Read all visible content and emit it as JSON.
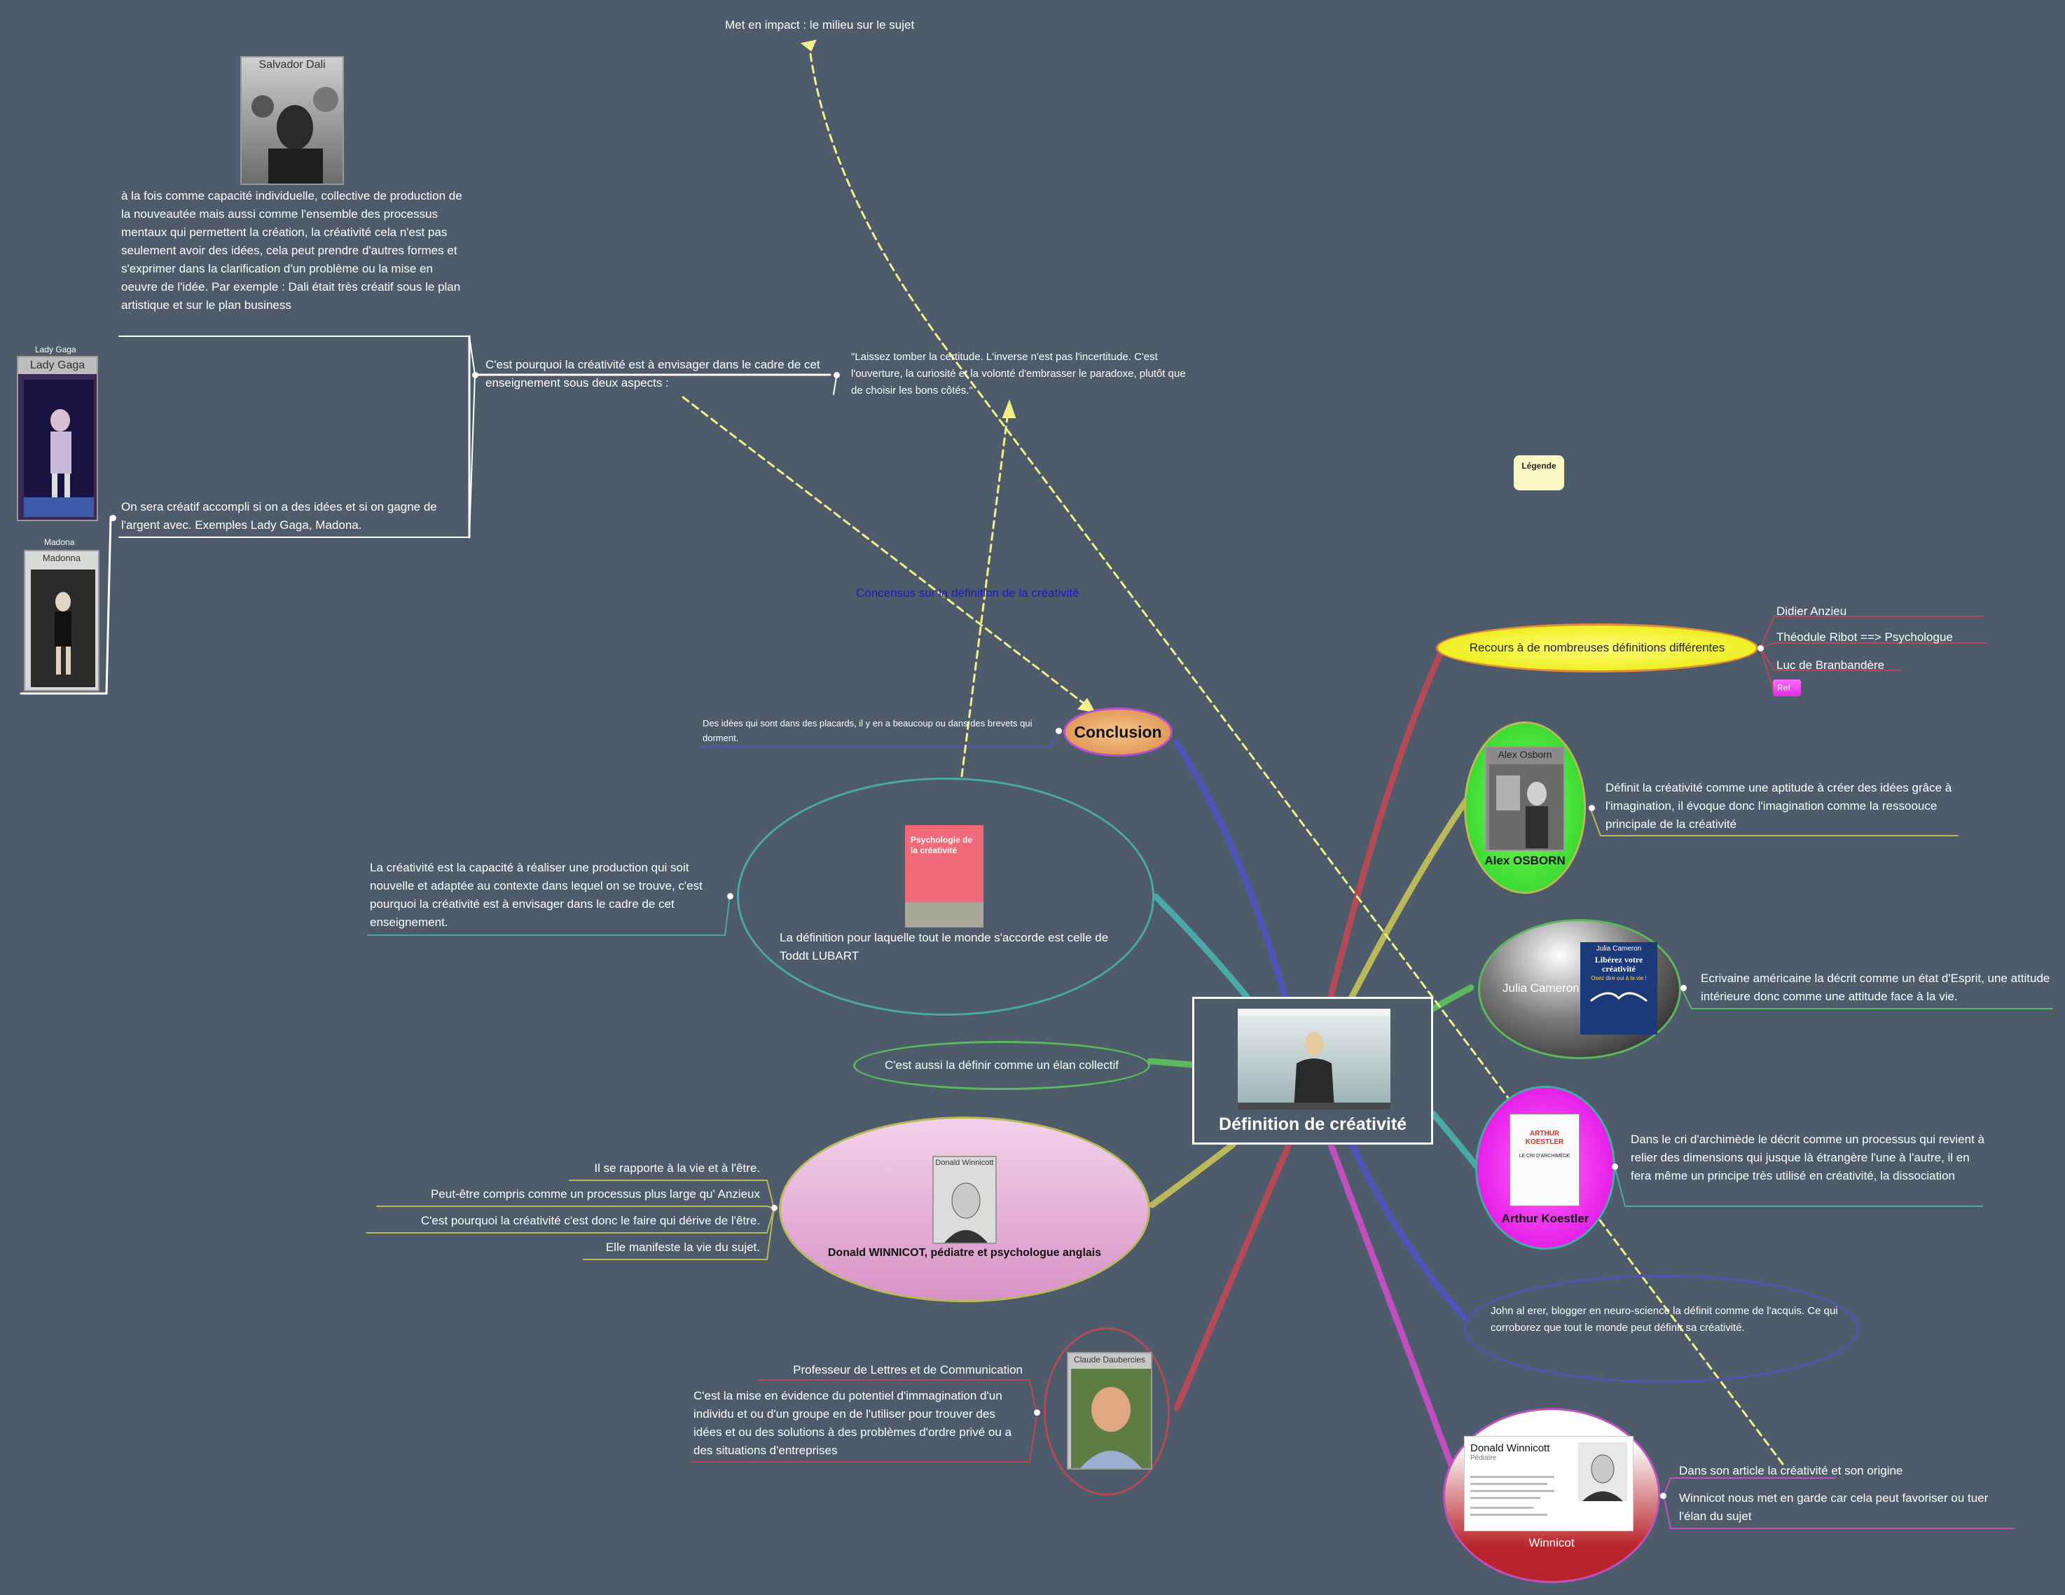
{
  "colors": {
    "background": "#4d5b6a",
    "branch_red": "#b34a55",
    "branch_blue": "#4e54b8",
    "branch_teal": "#4aa8a6",
    "branch_olive": "#b9b95a",
    "branch_green": "#5cb85c",
    "branch_magenta": "#c050c0",
    "dashed_arrow": "#f2f08a"
  },
  "center": {
    "title": "Définition de créativité"
  },
  "legend": {
    "label": "Légende"
  },
  "top_note": "Met en impact : le milieu sur le sujet",
  "consensus_label": "Concensus sur la définition de la créativité",
  "quote": "\"Laissez tomber la certitude. L'inverse n'est pas l'incertitude. C'est l'ouverture, la curiosité et la volonté d'embrasser le paradoxe, plutôt que de choisir les bons côtés.\"",
  "left_top": {
    "dali_caption": "Salvador Dali",
    "dali_text": "à la fois comme capacité individuelle, collective de production de la nouveautée mais aussi comme l'ensemble des processus mentaux qui permettent la création, la créativité cela n'est pas seulement avoir des idées, cela peut prendre d'autres formes et s'exprimer dans la clarification d'un problème ou la mise en oeuvre de l'idée. Par exemple : Dali était très créatif sous le plan artistique et sur le plan business",
    "aspects_text": "C'est pourquoi la créativité est à envisager dans le cadre de cet enseignement sous deux aspects :",
    "gaga_label": "Lady Gaga",
    "gaga_caption": "Lady Gaga",
    "madona_label": "Madona",
    "madonna_caption": "Madonna",
    "accompli_text": "On sera créatif accompli si on a des idées et si on gagne de l'argent avec. Exemples Lady Gaga, Madona."
  },
  "conclusion": {
    "label": "Conclusion",
    "note": "Des idées qui sont dans des placards, il y en a beaucoup ou dans des brevets qui dorment."
  },
  "lubart": {
    "book_title": "Psychologie de la créativité",
    "text": "La définition pour laquelle tout le monde s'accorde est celle de Toddt LUBART",
    "left_text": "La créativité est la capacité à réaliser une production qui soit nouvelle et adaptée au contexte dans lequel on se trouve, c'est pourquoi la créativité est à envisager dans le cadre de cet enseignement."
  },
  "elan": "C'est aussi la définir comme un élan collectif",
  "winnicott_left": {
    "caption": "Donald Winnicott",
    "label": "Donald WINNICOT, pédiatre et psychologue anglais",
    "items": [
      "Il se rapporte à la vie et à l'être.",
      "Peut-être compris comme un processus plus large qu' Anzieux",
      "C'est pourquoi la créativité c'est donc le faire qui dérive de l'être.",
      "Elle manifeste la vie du sujet."
    ]
  },
  "daubercies": {
    "caption": "Claude Daubercies",
    "role": "Professeur de Lettres et de Communication",
    "text": "C'est la mise en évidence du potentiel d'immagination d'un individu et ou d'un groupe en de l'utiliser pour trouver des idées et ou des solutions à des problèmes d'ordre privé ou a des situations d'entreprises"
  },
  "recours": {
    "label": "Recours à de nombreuses définitions différentes",
    "items": [
      "Didier Anzieu",
      "Théodule Ribot ==> Psychologue",
      "Luc de Branbandère"
    ],
    "badge": "Ref"
  },
  "osborn": {
    "caption": "Alex Osborn",
    "label": "Alex OSBORN",
    "text": "Définit la créativité comme une aptitude à créer des idées grâce à l'imagination, il évoque donc l'imagination comme la ressoouce principale de la créativité"
  },
  "cameron": {
    "label": "Julia Cameron",
    "book_author": "Julia Cameron",
    "book_title": "Libérez votre créativité",
    "book_subtitle": "Osez dire oui à la vie !",
    "text": "Ecrivaine américaine la décrit comme un état d'Esprit, une attitude intérieure donc comme une attitude face à la vie."
  },
  "koestler": {
    "book_author": "ARTHUR KOESTLER",
    "book_title": "LE CRI D'ARCHIMÈDE",
    "label": "Arthur Koestler",
    "text": "Dans le cri d'archimède le décrit comme un processus qui revient à relier des dimensions qui jusque là étrangère l'une à l'autre, il en fera même un principe très utilisé en créativité, la dissociation"
  },
  "alerer": "John al erer, blogger en neuro-science la définit comme de l'acquis. Ce qui corroborez que tout le monde peut définir sa créativité.",
  "winnicott_right": {
    "card_name": "Donald Winnicott",
    "card_sub": "Pédiatre",
    "label": "Winnicot",
    "article": "Dans son article la créativité et son origine",
    "text": "Winnicot nous met en garde car cela peut favoriser ou tuer l'élan du sujet"
  }
}
